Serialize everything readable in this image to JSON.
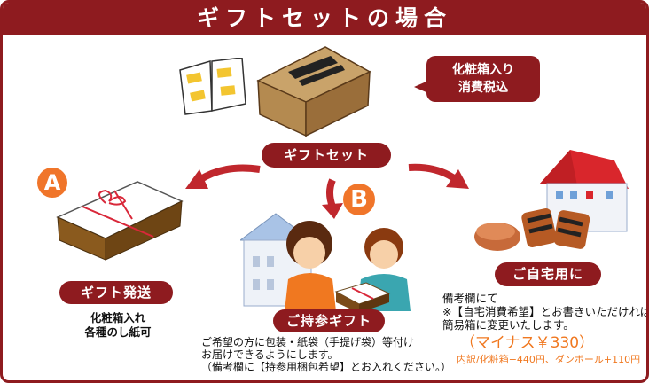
{
  "title": "ギフトセットの場合",
  "bubble": {
    "line1": "化粧箱入り",
    "line2": "消費税込"
  },
  "center_label": "ギフトセット",
  "option_a": {
    "letter": "A",
    "label": "ギフト発送",
    "desc1": "化粧箱入れ",
    "desc2": "各種のし紙可"
  },
  "option_b": {
    "letter": "B",
    "label": "ご持参ギフト",
    "desc1": "ご希望の方に包装・紙袋（手提げ袋）等付け",
    "desc2": "お届けできるようにします。",
    "desc3": "（備考欄に【持参用梱包希望】とお入れください。）"
  },
  "option_c": {
    "label": "ご自宅用に",
    "desc1": "備考欄にて",
    "desc2": "※【自宅消費希望】とお書きいただければ",
    "desc3": "簡易箱に変更いたします。",
    "price": "（マイナス￥330）",
    "breakdown": "内訳/化粧箱−440円、ダンボール+110円"
  },
  "colors": {
    "brand": "#8e1b1f",
    "accent": "#f0752a"
  }
}
